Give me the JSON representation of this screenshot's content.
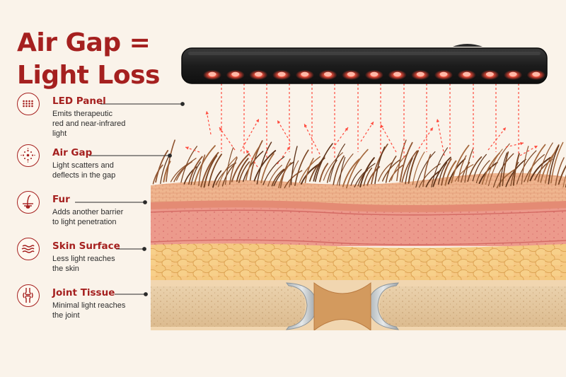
{
  "title": {
    "line1": "Air Gap =",
    "line2": "Light Loss"
  },
  "legend": [
    {
      "icon": "led-grid-icon",
      "title": "LED Panel",
      "lines": [
        "Emits therapeutic",
        "red and near-infrared",
        "light"
      ]
    },
    {
      "icon": "scatter-icon",
      "title": "Air Gap",
      "lines": [
        "Light scatters and",
        "deflects in the gap"
      ]
    },
    {
      "icon": "hair-follicle-icon",
      "title": "Fur",
      "lines": [
        "Adds another barrier",
        "to light penetration"
      ]
    },
    {
      "icon": "skin-waves-icon",
      "title": "Skin Surface",
      "lines": [
        "Less light reaches",
        "the skin"
      ]
    },
    {
      "icon": "joint-icon",
      "title": "Joint Tissue",
      "lines": [
        "Minimal light reaches",
        "the joint"
      ]
    }
  ],
  "colors": {
    "accent": "#a5201f",
    "led": "#ff4a3d",
    "background": "#faf3ea"
  }
}
